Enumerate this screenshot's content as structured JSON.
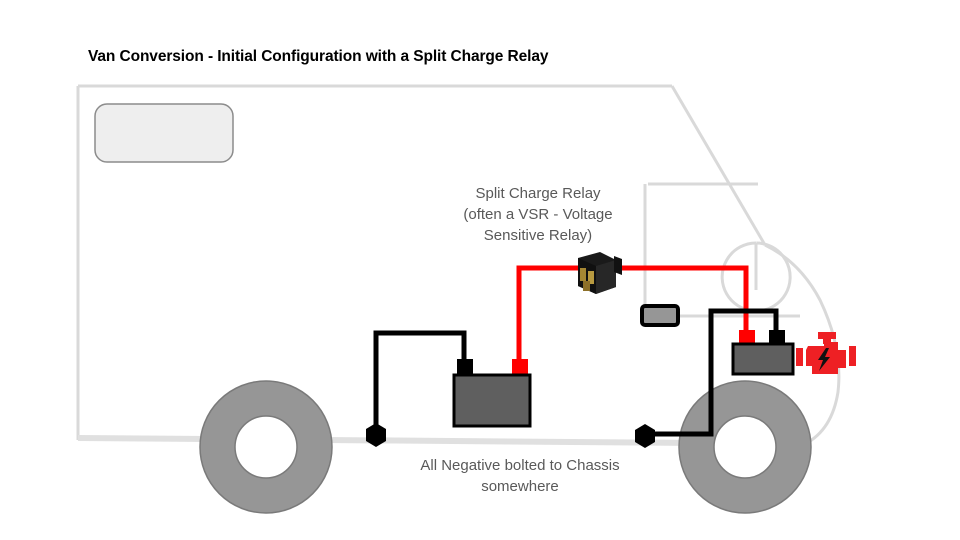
{
  "title": "Van Conversion - Initial Configuration with a Split Charge Relay",
  "labels": {
    "relay_line1": "Split Charge Relay",
    "relay_line2": "(often a VSR - Voltage",
    "relay_line3": "Sensitive Relay)",
    "ground_line1": "All Negative bolted to Chassis",
    "ground_line2": "somewhere"
  },
  "colors": {
    "background": "#ffffff",
    "title_text": "#000000",
    "label_text": "#595959",
    "van_outline": "#d9d9d9",
    "positive_wire": "#ff0000",
    "negative_wire": "#000000",
    "battery_body": "#5f5f5f",
    "wheel": "#969696",
    "wheel_hub": "#ffffff",
    "engine_icon": "#ee2024",
    "relay_body": "#1a1a1a",
    "relay_terminals": "#a58733",
    "window_fill": "#eeeeee",
    "chassis_line": "#e0e0e0"
  },
  "components": {
    "rear_window": "rear-window",
    "split_charge_relay": "split-charge-relay",
    "leisure_battery": "leisure-battery",
    "starter_battery": "starter-battery",
    "engine": "engine",
    "dashboard_unit": "dashboard-unit",
    "steering_wheel": "steering-wheel",
    "rear_wheel": "rear-wheel",
    "front_wheel": "front-wheel",
    "chassis_bolt_rear": "chassis-bolt-rear",
    "chassis_bolt_front": "chassis-bolt-front"
  },
  "wiring": {
    "leisure_positive_to_relay": "red",
    "relay_to_starter_positive": "red",
    "leisure_negative_to_chassis": "black",
    "starter_negative_to_chassis": "black"
  }
}
